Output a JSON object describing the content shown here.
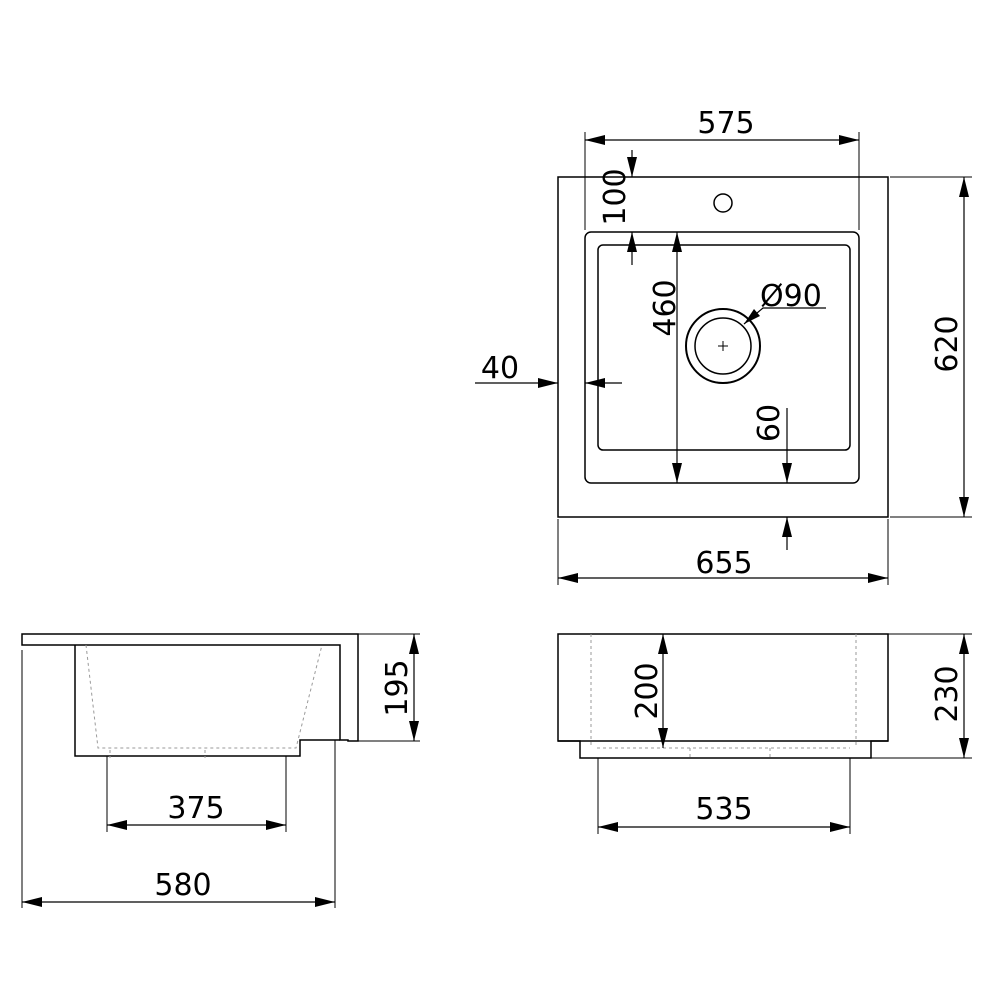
{
  "dimensions": {
    "top_inner_width": "575",
    "tap_hole_offset": "100",
    "bowl_depth_length": "460",
    "drain_diameter": "Ø90",
    "side_rim": "40",
    "front_rim": "60",
    "overall_depth": "620",
    "overall_width": "655",
    "side_height": "195",
    "side_bottom_width": "375",
    "side_overall_width": "580",
    "front_bowl_height": "200",
    "front_overall_height": "230",
    "front_bottom_width": "535"
  }
}
